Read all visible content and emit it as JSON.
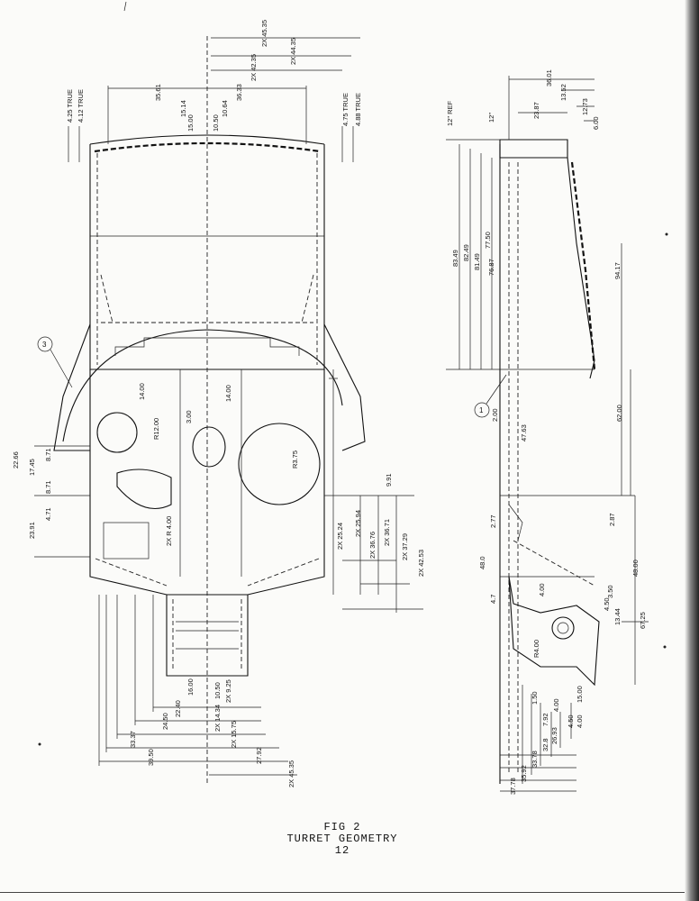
{
  "caption": {
    "fig": "FIG 2",
    "title": "TURRET GEOMETRY",
    "page": "12"
  },
  "callouts": [
    "3",
    "1"
  ],
  "left_view": {
    "top_dims": [
      "2X 45.35",
      "2X 44.35",
      "2X 42.35",
      "36.33",
      "35.61",
      "15.14",
      "15.00",
      "10.50",
      "10.64"
    ],
    "true_dims": [
      "4.25 TRUE",
      "4.12 TRUE",
      "4.75 TRUE",
      "4.88 TRUE"
    ],
    "interior_labels": [
      "14.00",
      "3.00",
      "14.00",
      "R12.00",
      "R3.75",
      "2X R 4.00"
    ],
    "left_dims": [
      "22.66",
      "17.45",
      "8.71",
      "8.71",
      "4.71",
      "23.91"
    ],
    "right_dims": [
      "9.91",
      "2X 25.24",
      "2X 25.94",
      "2X 36.76",
      "2X 36.71",
      "2X 37.29",
      "2X 42.53"
    ],
    "bottom_dims": [
      "16.00",
      "10.50",
      "2X 9.25",
      "22.40",
      "24.50",
      "2X 14.34",
      "2X 15.75",
      "33.37",
      "39.50",
      "27.92",
      "2X 45.35"
    ]
  },
  "right_view": {
    "top_dims": [
      "12\" REF",
      "12\"",
      "36.01",
      "23.87",
      "13.52",
      "12.73",
      "6.00"
    ],
    "left_dims": [
      "83.49",
      "82.49",
      "81.49",
      "77.50",
      "76.87",
      "2.00",
      "47.63",
      "2.77",
      "48.0",
      "4.7"
    ],
    "right_dims": [
      "94.17",
      "62.00",
      "2.87",
      "48.00",
      "3.50",
      "4.50",
      "13.44",
      "67.25",
      "4.00"
    ],
    "bottom_dims": [
      "1.50",
      "7.92",
      "4.00",
      "15.00",
      "4.50",
      "4.00",
      "26.93",
      "32.8",
      "33.78",
      "35.92",
      "37.78",
      "R4.00"
    ]
  }
}
